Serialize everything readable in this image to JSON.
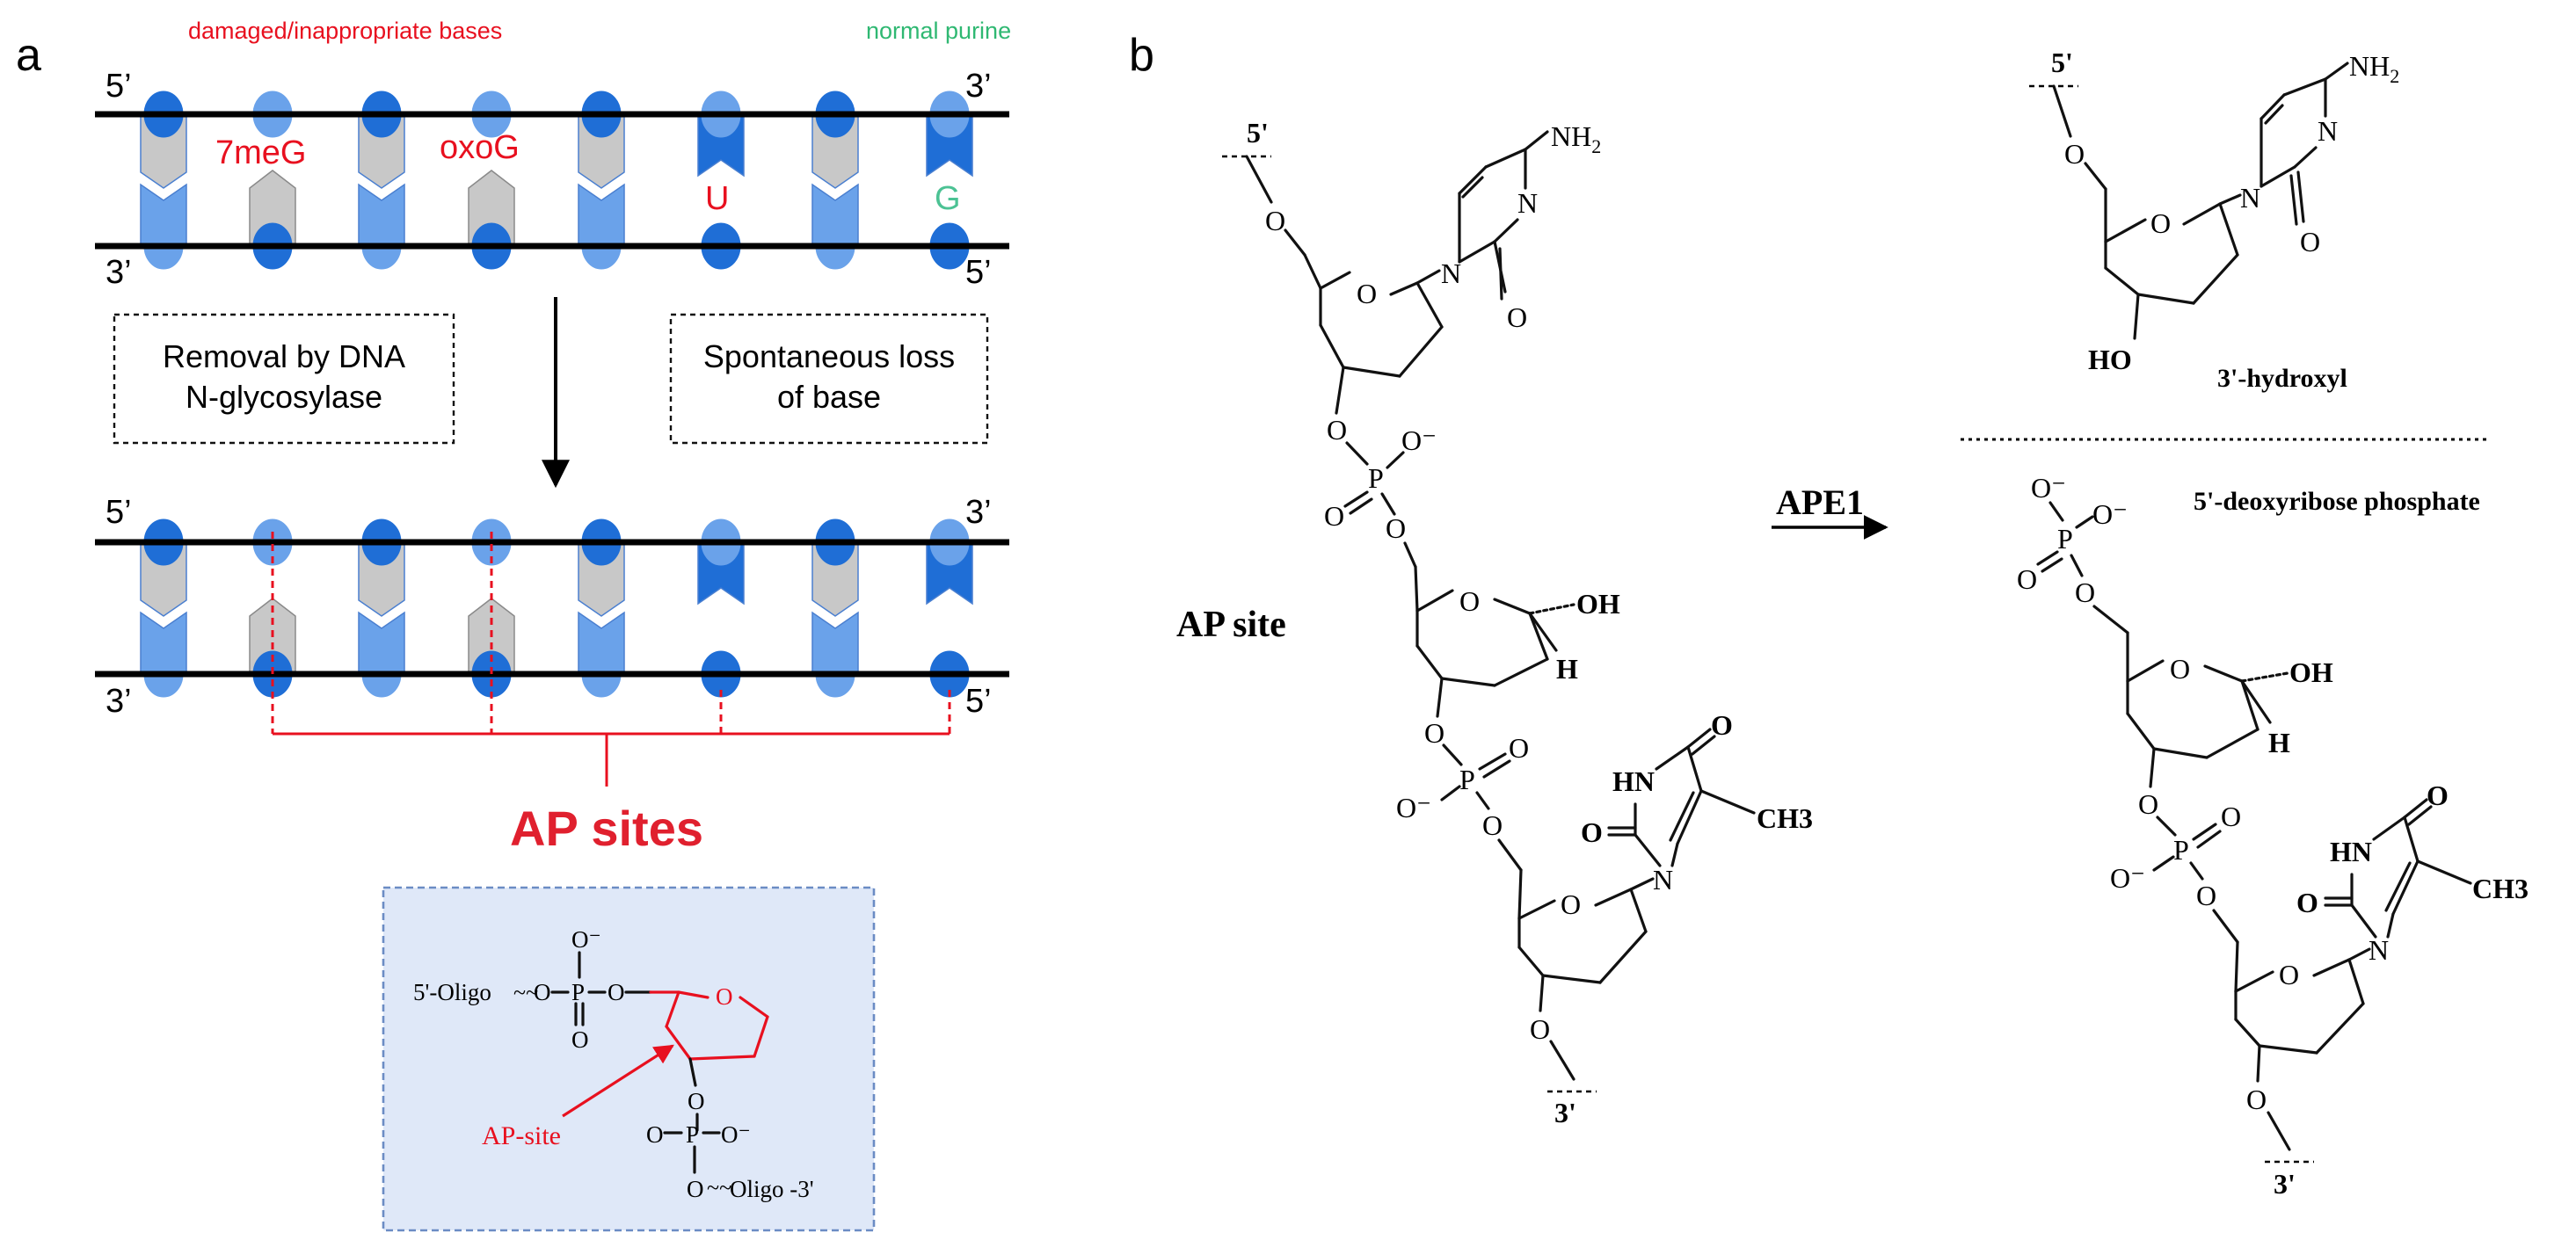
{
  "panel_a": {
    "label": "a",
    "legend_damaged": "damaged/inappropriate bases",
    "legend_normal": "normal purine",
    "top_duplex": {
      "top_left": "5’",
      "top_right": "3’",
      "bottom_left": "3’",
      "bottom_right": "5’",
      "base_labels": [
        {
          "text": "7meG",
          "color": "#e8101f"
        },
        {
          "text": "oxoG",
          "color": "#e8101f"
        },
        {
          "text": "U",
          "color": "#e8101f"
        },
        {
          "text": "G",
          "color": "#4cc294"
        }
      ]
    },
    "box_left": [
      "Removal by DNA",
      "N-glycosylase"
    ],
    "box_right": [
      "Spontaneous loss",
      "of base"
    ],
    "bottom_duplex": {
      "top_left": "5’",
      "top_right": "3’",
      "bottom_left": "3’",
      "bottom_right": "5’"
    },
    "ap_sites_title": "AP sites",
    "inset": {
      "oligo_5": "5'-Oligo",
      "oligo_3": "Oligo -3'",
      "ap_site_label": "AP-site",
      "atom_P": "P",
      "atom_O": "O",
      "o_minus": "O⁻"
    }
  },
  "panel_b": {
    "label": "b",
    "ap_site_label": "AP site",
    "enzyme": "APE1",
    "product_top_label": "3'-hydroxyl",
    "product_bottom_label": "5'-deoxyribose phosphate",
    "prime_5": "5'",
    "prime_3": "3'",
    "atoms": {
      "NH2": "NH",
      "sub2": "2",
      "N": "N",
      "O": "O",
      "OH": "OH",
      "H": "H",
      "HO": "HO",
      "P": "P",
      "HN": "HN",
      "CH3": "CH3",
      "Ominus": "O⁻"
    }
  },
  "colors": {
    "red": "#e8101f",
    "green": "#4cc294",
    "base_dark": "#1f6ed6",
    "base_light": "#6aa2ea",
    "base_grey": "#c8c8c8",
    "inset_bg": "#dfe8f8",
    "inset_border": "#6b8cc4"
  }
}
